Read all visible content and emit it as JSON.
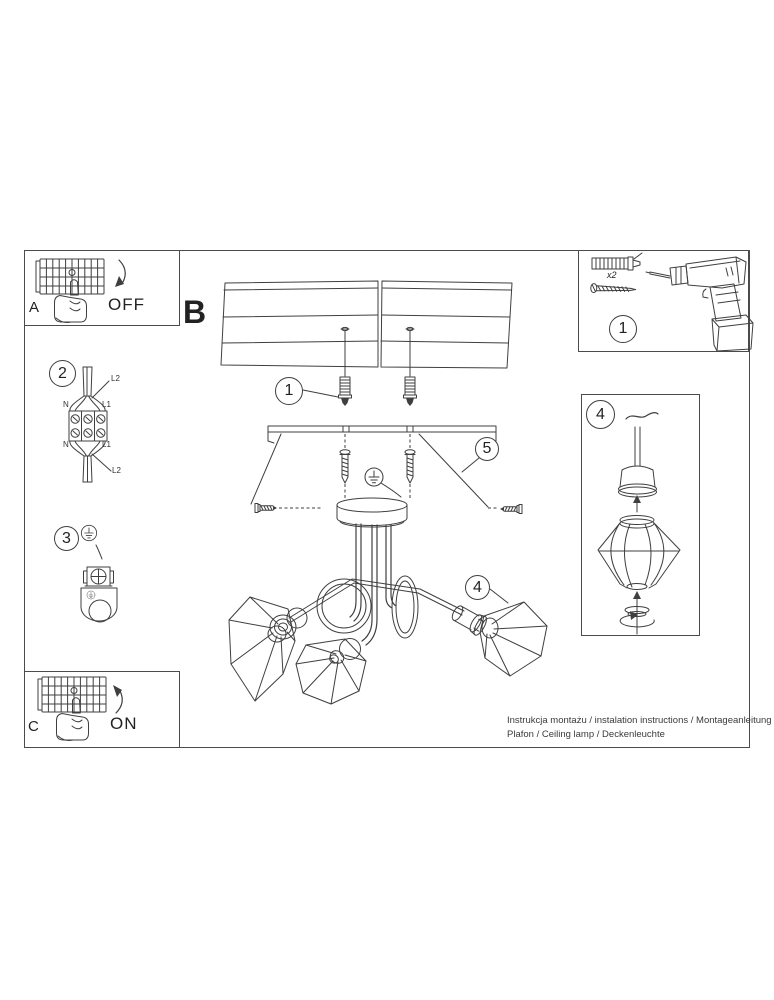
{
  "sheet": {
    "sections": {
      "a": "A",
      "b": "B",
      "c": "C"
    },
    "switch_states": {
      "off": "OFF",
      "on": "ON"
    },
    "callouts": {
      "step1_tools": "1",
      "step1_anchors": "1",
      "step2_wiring": "2",
      "step3_bracket": "3",
      "step4_shade_box": "4",
      "step4_shade_center": "4",
      "step5_canopy": "5"
    },
    "wiring_labels": {
      "top_l2": "L2",
      "top_n": "N",
      "top_l1": "L1",
      "bottom_n": "N",
      "bottom_l1": "L1",
      "bottom_l2": "L2"
    },
    "tools": {
      "anchor_qty": "x2"
    },
    "footer": {
      "line1": "Instrukcja montażu / instalation instructions / Montageanleitung",
      "line2": "Plafon / Ceiling lamp / Deckenleuchte"
    },
    "colors": {
      "ink": "#3f3f3f",
      "text": "#2b2b2b",
      "background": "#ffffff"
    }
  }
}
